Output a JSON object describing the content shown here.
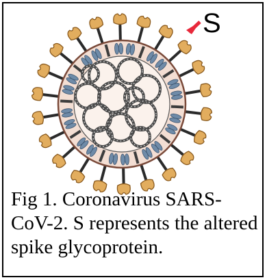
{
  "figure": {
    "spike_label": "S",
    "caption": "Fig 1. Coronavirus SARS-CoV-2.  S represents the altered spike glycoprotein."
  },
  "colors": {
    "envelope": "#f3ded3",
    "envelope_edge": "#7a4a3a",
    "spike_head": "#e2ad5e",
    "spike_head_dark": "#8a5a1e",
    "membrane_protein": "#6f8ba8",
    "envelope_protein": "#3c3c3c",
    "rna": "#4a4a4a",
    "arrow": "#e8283a"
  },
  "icons": {
    "virus": "coronavirus-illustration",
    "arrow": "red-arrow-icon"
  }
}
